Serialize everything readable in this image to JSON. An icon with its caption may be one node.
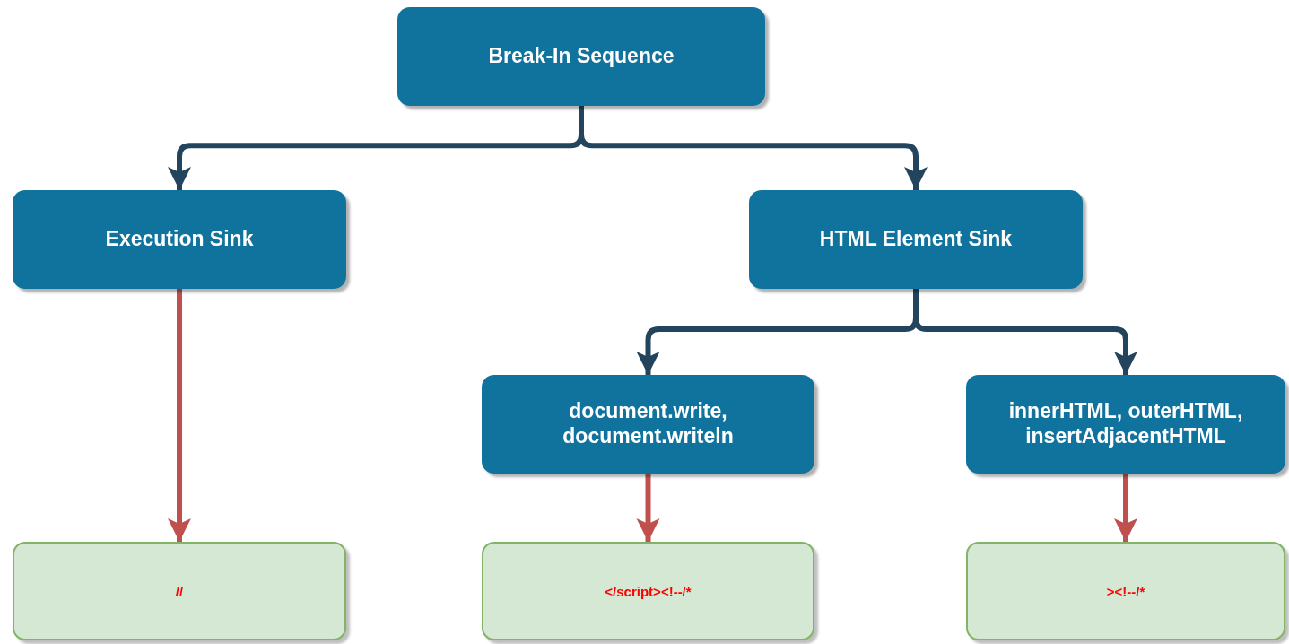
{
  "diagram": {
    "nodes": [
      {
        "text": [
          "Break-In Sequence"
        ]
      },
      {
        "text": [
          "Execution Sink"
        ]
      },
      {
        "text": [
          "HTML Element Sink"
        ]
      },
      {
        "text": [
          "document.write, document.writeln"
        ]
      },
      {
        "text": [
          "innerHTML, outerHTML, insertAdjacentHTML"
        ]
      },
      {
        "text": [
          "//"
        ]
      },
      {
        "text": [
          "</script><!--/*"
        ]
      },
      {
        "text": [
          "><!--/*"
        ]
      }
    ],
    "edges": [
      {
        "from": 0,
        "to": 1,
        "arrow": "to"
      },
      {
        "from": 0,
        "to": 2,
        "arrow": "to"
      },
      {
        "from": 2,
        "to": 3,
        "arrow": "to"
      },
      {
        "from": 2,
        "to": 4,
        "arrow": "to"
      },
      {
        "from": 1,
        "to": 5,
        "arrow": "to",
        "color": "#c0504d"
      },
      {
        "from": 3,
        "to": 6,
        "arrow": "to",
        "color": "#c0504d"
      },
      {
        "from": 4,
        "to": 7,
        "arrow": "to",
        "color": "#c0504d"
      }
    ]
  }
}
